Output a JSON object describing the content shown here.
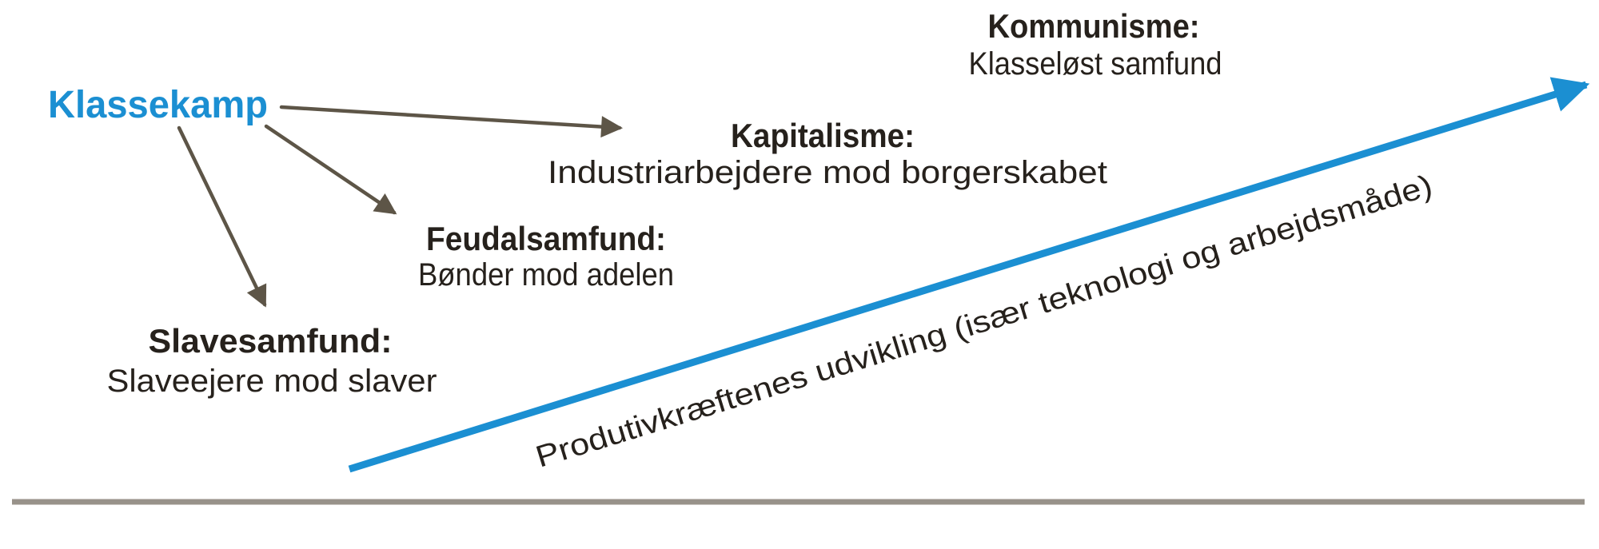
{
  "diagram": {
    "title": "Klassekamp",
    "stages": {
      "slavesamfund": {
        "name": "Slavesamfund:",
        "conflict": "Slaveejere mod slaver"
      },
      "feudalsamfund": {
        "name": "Feudalsamfund:",
        "conflict": "Bønder mod adelen"
      },
      "kapitalisme": {
        "name": "Kapitalisme:",
        "conflict": "Industriarbejdere mod borgerskabet"
      },
      "kommunisme": {
        "name": "Kommunisme:",
        "conflict": "Klasseløst samfund"
      }
    },
    "axis_label": "Produtivkræftenes udvikling (især teknologi og arbejdsmåde)",
    "colors": {
      "accent_blue": "#1b8fd2",
      "arrow_brown": "#5d5547",
      "baseline_gray": "#98928a",
      "text_dark": "#26211c"
    }
  }
}
